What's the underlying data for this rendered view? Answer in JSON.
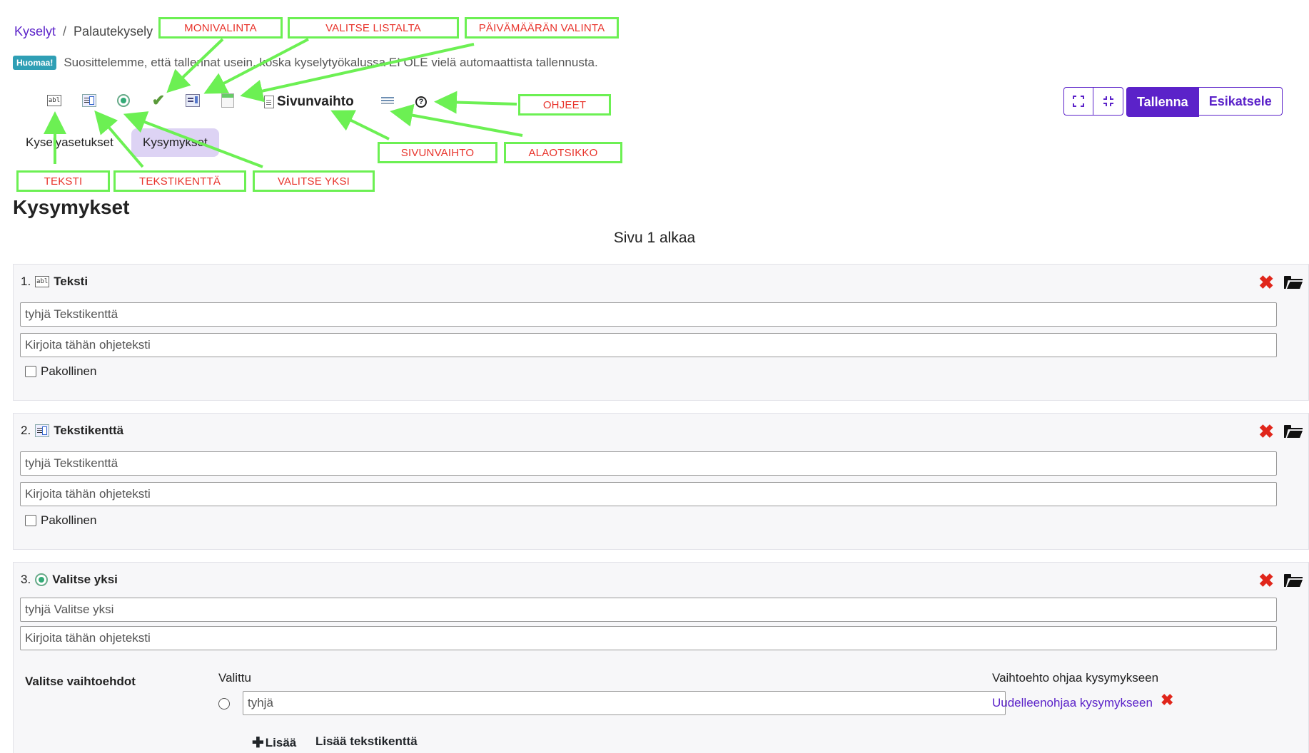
{
  "breadcrumb": {
    "root": "Kyselyt",
    "sep": "/",
    "current": "Palautekysely"
  },
  "notice": {
    "badge": "Huomaa!",
    "text": "Suosittelemme, että tallennat usein, koska kyselytyökalussa EI OLE vielä automaattista tallennusta."
  },
  "toolbar": {
    "icons": [
      "text-field-icon",
      "textarea-icon",
      "radio-icon",
      "checkmark-icon",
      "list-select-icon",
      "calendar-icon",
      "page-icon",
      "subtitle-icon",
      "help-icon"
    ],
    "sivunvaihto_label": "Sivunvaihto",
    "save_label": "Tallenna",
    "preview_label": "Esikatsele"
  },
  "tabs": [
    {
      "label": "Kyselyasetukset",
      "active": false
    },
    {
      "label": "Kysymykset",
      "active": true
    }
  ],
  "annotations": {
    "monivalinta": "MONIVALINTA",
    "valitse_listalta": "VALITSE LISTALTA",
    "paivamaara": "PÄIVÄMÄÄRÄN VALINTA",
    "ohjeet": "OHJEET",
    "sivunvaihto": "SIVUNVAIHTO",
    "alaotsikko": "ALAOTSIKKO",
    "teksti": "TEKSTI",
    "tekstikentta": "TEKSTIKENTTÄ",
    "valitse_yksi": "VALITSE YKSI"
  },
  "page": {
    "heading": "Kysymykset",
    "section_start": "Sivu 1 alkaa"
  },
  "questions": [
    {
      "number": "1.",
      "title": "Teksti",
      "value_field": "tyhjä Tekstikenttä",
      "help_placeholder": "Kirjoita tähän ohjeteksti",
      "required_label": "Pakollinen"
    },
    {
      "number": "2.",
      "title": "Tekstikenttä",
      "value_field": "tyhjä Tekstikenttä",
      "help_placeholder": "Kirjoita tähän ohjeteksti",
      "required_label": "Pakollinen"
    },
    {
      "number": "3.",
      "title": "Valitse yksi",
      "value_field": "tyhjä Valitse yksi",
      "help_placeholder": "Kirjoita tähän ohjeteksti",
      "options_label": "Valitse vaihtoehdot",
      "selected_header": "Valittu",
      "redirect_header": "Vaihtoehto ohjaa kysymykseen",
      "options": [
        {
          "value": "tyhjä",
          "redirect_link": "Uudelleenohjaa kysymykseen"
        }
      ],
      "add_label": "Lisää",
      "add_textfield_label": "Lisää tekstikenttä"
    }
  ],
  "colors": {
    "accent": "#5b22c9",
    "badge": "#2f9fb5",
    "annotation_border": "#6cf053",
    "annotation_text": "#e8332b",
    "delete": "#e0261b"
  }
}
